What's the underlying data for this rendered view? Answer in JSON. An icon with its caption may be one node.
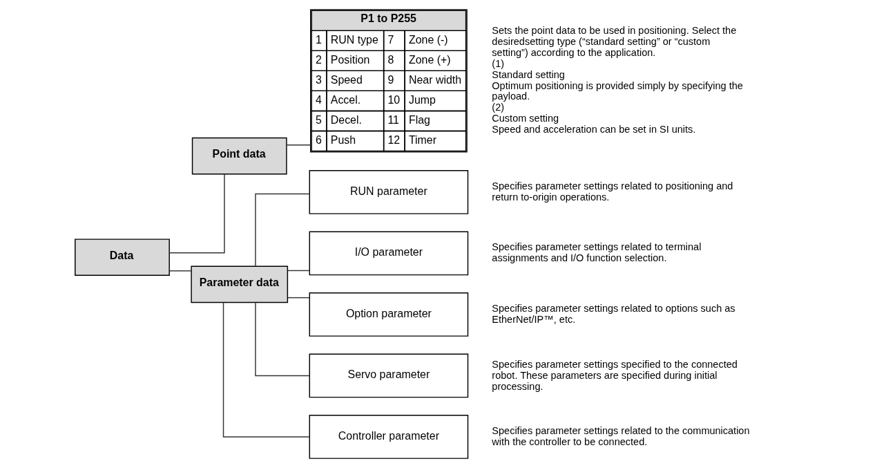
{
  "diagram": {
    "nodes": [
      {
        "text": [
          "Data"
        ]
      },
      {
        "text": [
          "Point data"
        ]
      },
      {
        "text": [
          "P1 to P255",
          "1",
          "RUN type",
          "7",
          "Zone (-)",
          "2",
          "Position",
          "8",
          "Zone (+)",
          "3",
          "Speed",
          "9",
          "Near width",
          "4",
          "Accel.",
          "10",
          "Jump",
          "5",
          "Decel.",
          "11",
          "Flag",
          "6",
          "Push",
          "12",
          "Timer"
        ],
        "beside": [
          "Sets the point data to be used in positioning. Select the desiredsetting type (“standard setting” or “custom setting”) according to the application.",
          "(1)",
          "Standard setting",
          "Optimum positioning is provided simply by specifying the payload.",
          "(2)",
          "Custom setting",
          "Speed and acceleration can be set in SI units."
        ]
      },
      {
        "text": [
          "Parameter data"
        ]
      },
      {
        "text": [
          "RUN parameter"
        ],
        "beside": [
          "Specifies parameter settings related to positioning and return to-origin operations."
        ]
      },
      {
        "text": [
          "I/O parameter"
        ],
        "beside": [
          "Specifies parameter settings related to terminal assignments and I/O function selection."
        ]
      },
      {
        "text": [
          "Option parameter"
        ],
        "beside": [
          "Specifies parameter settings related to options such as EtherNet/IP™, etc."
        ]
      },
      {
        "text": [
          "Servo parameter"
        ],
        "beside": [
          "Specifies parameter settings specified to the connected robot. These parameters are specified during initial processing."
        ]
      },
      {
        "text": [
          "Controller parameter"
        ],
        "beside": [
          "Specifies parameter settings related to the communication with the controller to be connected."
        ]
      }
    ],
    "edges": [
      {
        "from": 0,
        "to": 1,
        "arrow": "none"
      },
      {
        "from": 0,
        "to": 3,
        "arrow": "none"
      },
      {
        "from": 1,
        "to": 2,
        "arrow": "none"
      },
      {
        "from": 3,
        "to": 4,
        "arrow": "none"
      },
      {
        "from": 3,
        "to": 5,
        "arrow": "none"
      },
      {
        "from": 3,
        "to": 6,
        "arrow": "none"
      },
      {
        "from": 3,
        "to": 7,
        "arrow": "none"
      },
      {
        "from": 3,
        "to": 8,
        "arrow": "none"
      }
    ]
  }
}
